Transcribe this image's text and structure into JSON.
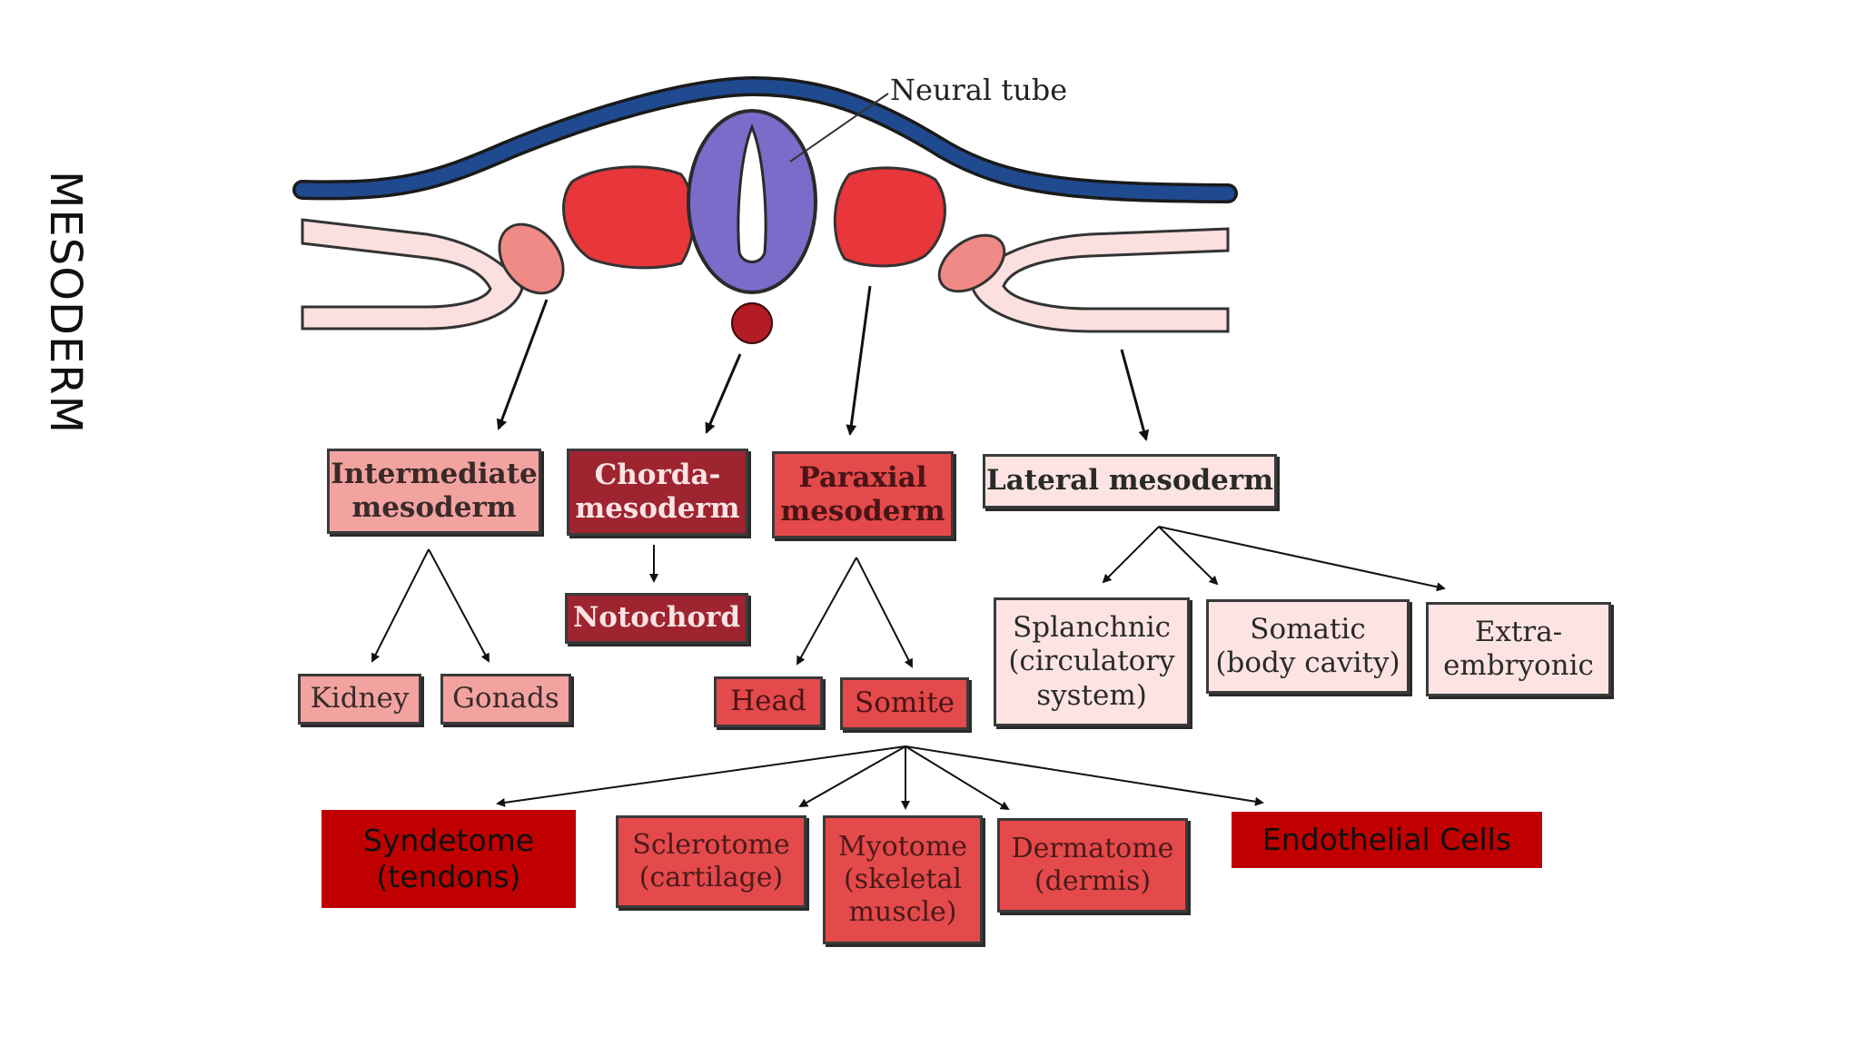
{
  "slide": {
    "side_title": "MESODERM"
  },
  "diagram": {
    "neural_tube_label": "Neural tube",
    "nodes": {
      "intermediate": "Intermediate\nmesoderm",
      "chorda": "Chorda-\nmesoderm",
      "paraxial": "Paraxial\nmesoderm",
      "lateral": "Lateral mesoderm",
      "kidney": "Kidney",
      "gonads": "Gonads",
      "notochord": "Notochord",
      "head": "Head",
      "somite": "Somite",
      "splanchnic": "Splanchnic\n(circulatory\nsystem)",
      "somatic": "Somatic\n(body cavity)",
      "extra": "Extra-\nembryonic",
      "syndetome": "Syndetome\n(tendons)",
      "sclerotome": "Sclerotome\n(cartilage)",
      "myotome": "Myotome\n(skeletal\nmuscle)",
      "dermatome": "Dermatome\n(dermis)",
      "endothelial": "Endothelial Cells"
    },
    "colors": {
      "ectoderm_blue": "#1f4a8f",
      "neural_tube": "#7a6cc8",
      "somite_red": "#e8363a",
      "lateral_pale": "#fbe0df",
      "intermediate_salmon": "#f08a86",
      "notochord_dark": "#b31b25",
      "solid_red": "#c00000"
    }
  }
}
